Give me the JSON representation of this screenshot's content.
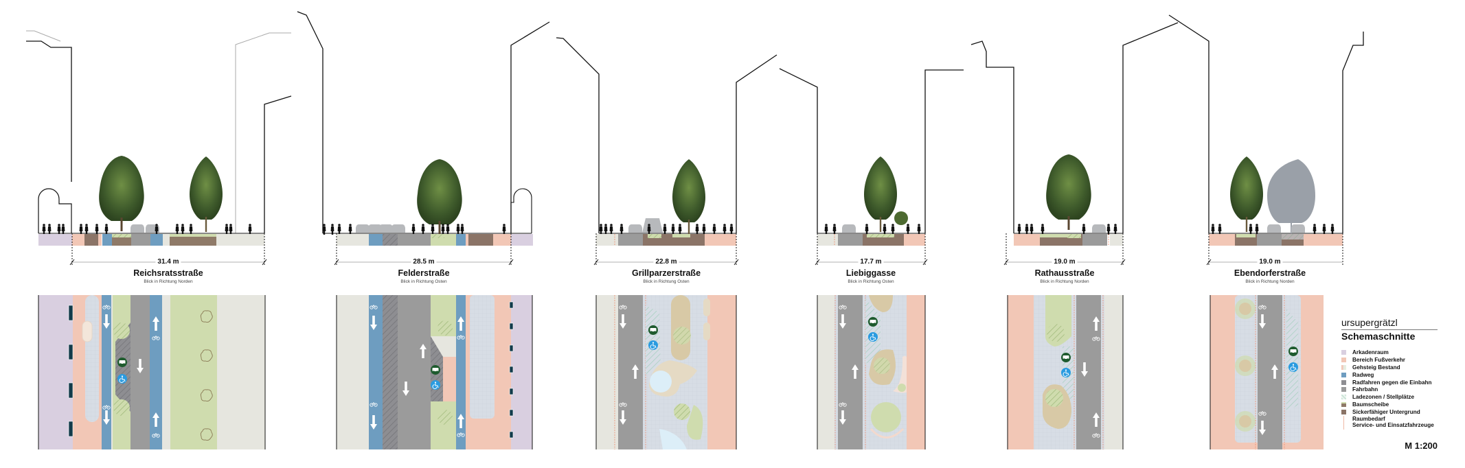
{
  "legend": {
    "project": "ursupergrätzl",
    "title": "Schemaschnitte",
    "items": [
      {
        "label": "Arkadenraum",
        "color": "#d9cfe0"
      },
      {
        "label": "Bereich Fußverkehr",
        "color": "#f2c7b6"
      },
      {
        "label": "Gehsteig Bestand",
        "color": "#e6e6df"
      },
      {
        "label": "Radweg",
        "color": "#6e9dc0"
      },
      {
        "label": "Radfahren gegen die Einbahn",
        "color": "#8e8e92"
      },
      {
        "label": "Fahrbahn",
        "color": "#9b9b9b"
      },
      {
        "label": "Ladezonen / Stellplätze",
        "color": "#c9e3d6"
      },
      {
        "label": "Baumscheibe",
        "color": "#8f7a68"
      },
      {
        "label": "Sickerfähiger Untergrund",
        "color": "#8b7467"
      },
      {
        "label": "Raumbedarf Service- und Einsatzfahrzeuge",
        "color": "#f0b9a5"
      }
    ],
    "raumbedarf_line1": "Raumbedarf",
    "raumbedarf_line2": "Service- und Einsatzfahrzeuge",
    "scale": "M 1:200"
  },
  "sections": [
    {
      "name": "Reichsratsstraße",
      "width": "31.4 m",
      "view": "Blick in Richtung Norden"
    },
    {
      "name": "Felderstraße",
      "width": "28.5 m",
      "view": "Blick in Richtung Osten"
    },
    {
      "name": "Grillparzerstraße",
      "width": "22.8 m",
      "view": "Blick in Richtung Osten"
    },
    {
      "name": "Liebiggasse",
      "width": "17.7 m",
      "view": "Blick in Richtung Osten"
    },
    {
      "name": "Rathausstraße",
      "width": "19.0 m",
      "view": "Blick in Richtung Norden"
    },
    {
      "name": "Ebendorferstraße",
      "width": "19.0 m",
      "view": "Blick in Richtung Norden"
    }
  ],
  "colors": {
    "arkade": "#d9cfe0",
    "fuss": "#f2c7b6",
    "gehsteig": "#e6e6df",
    "radweg": "#6e9dc0",
    "fahrbahn": "#9b9b9b",
    "green": "#cfdcae",
    "paving": "#d7dde5",
    "sand": "#d8c9a6",
    "soil": "#8b7467",
    "tree": "#3d5a2a",
    "water": "#dceef8",
    "fire_icon": "#1e5b2e",
    "wheelchair_icon": "#2a9be0"
  }
}
